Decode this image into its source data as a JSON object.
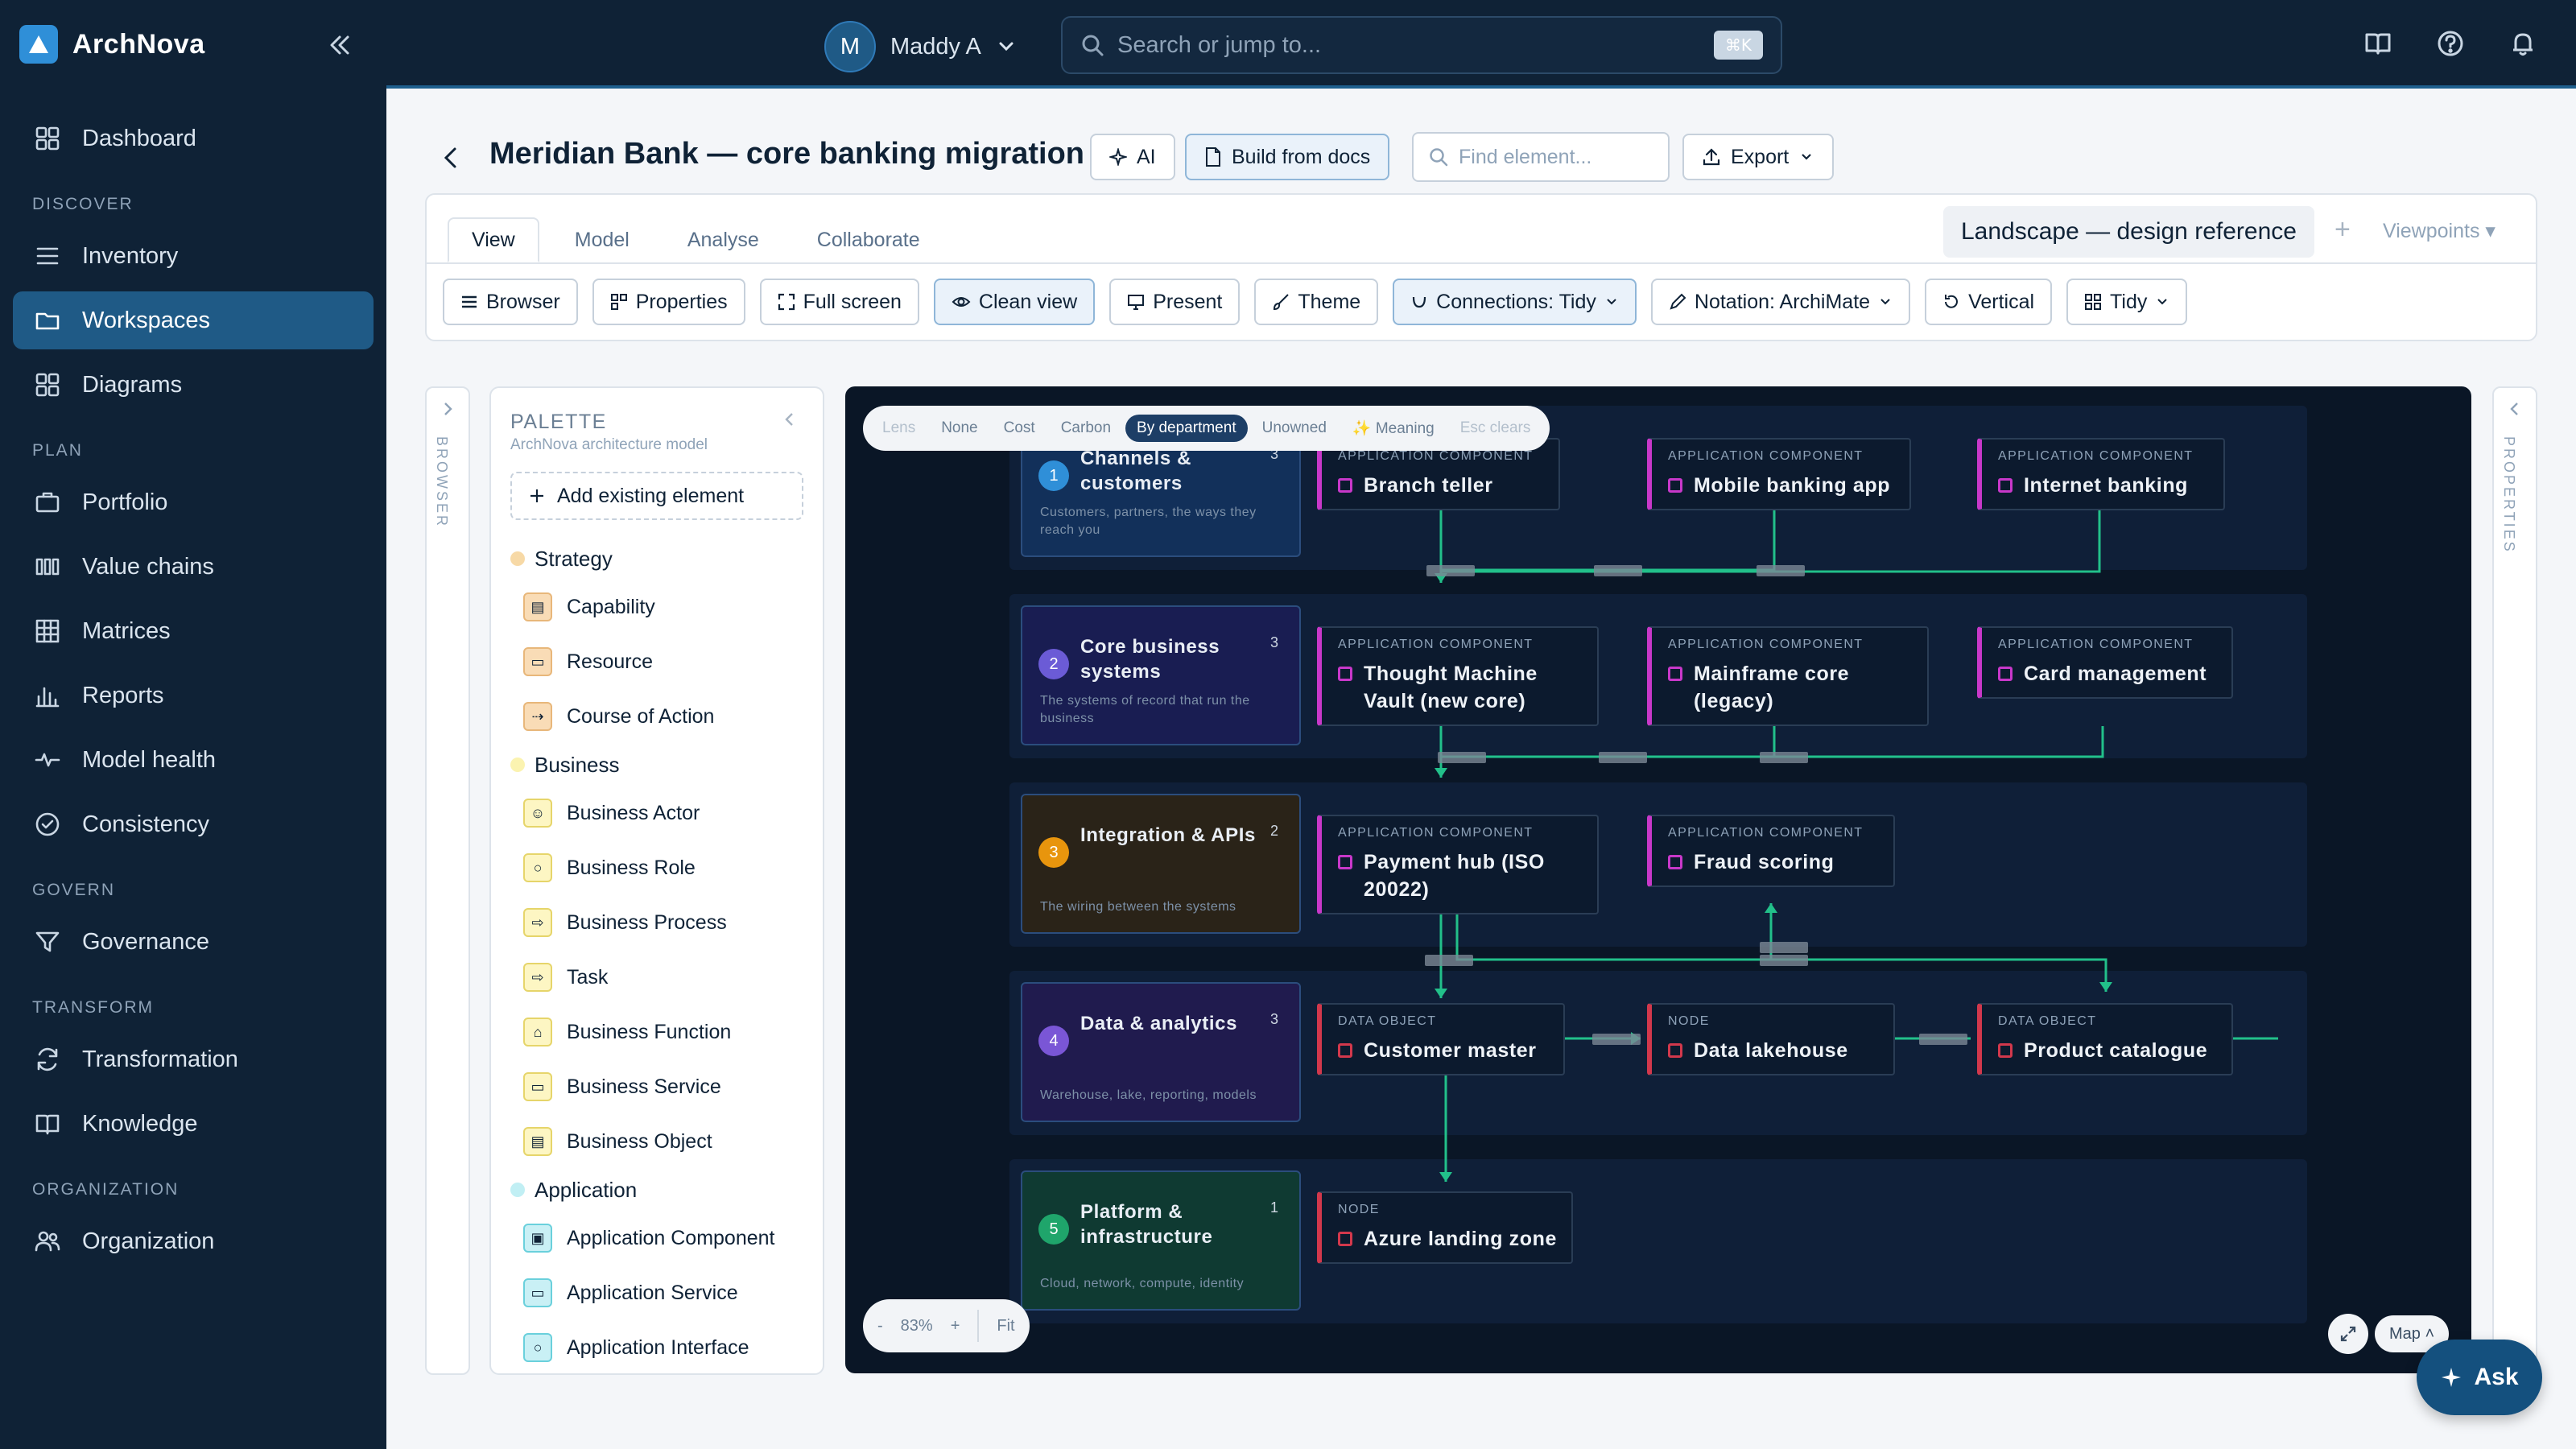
{
  "app": {
    "name": "ArchNova"
  },
  "nav": {
    "items": [
      {
        "label": "Dashboard"
      },
      {
        "section": "DISCOVER"
      },
      {
        "label": "Inventory"
      },
      {
        "label": "Workspaces"
      },
      {
        "label": "Diagrams"
      },
      {
        "section": "PLAN"
      },
      {
        "label": "Portfolio"
      },
      {
        "label": "Value chains"
      },
      {
        "label": "Matrices"
      },
      {
        "label": "Reports"
      },
      {
        "label": "Model health"
      },
      {
        "label": "Consistency"
      },
      {
        "section": "GOVERN"
      },
      {
        "label": "Governance"
      },
      {
        "section": "TRANSFORM"
      },
      {
        "label": "Transformation"
      },
      {
        "label": "Knowledge"
      },
      {
        "section": "ORGANIZATION"
      },
      {
        "label": "Organization"
      }
    ],
    "active": "Workspaces"
  },
  "topbar": {
    "user_initial": "M",
    "user_name": "Maddy A",
    "search_placeholder": "Search or jump to...",
    "search_shortcut": "⌘K"
  },
  "header": {
    "title": "Meridian Bank — core banking migration",
    "ai_label": "AI",
    "build_label": "Build from docs",
    "find_placeholder": "Find element...",
    "export_label": "Export"
  },
  "tabs": [
    "View",
    "Model",
    "Analyse",
    "Collaborate"
  ],
  "active_tab": "View",
  "viewpoint": {
    "current": "Landscape — design reference",
    "add": "+",
    "menu": "Viewpoints ▾"
  },
  "toolbar": {
    "browser": "Browser",
    "properties": "Properties",
    "fullscreen": "Full screen",
    "cleanview": "Clean view",
    "present": "Present",
    "theme": "Theme",
    "connections": "Connections: Tidy",
    "notation": "Notation: ArchiMate",
    "vertical": "Vertical",
    "tidy": "Tidy"
  },
  "rails": {
    "browser": "BROWSER",
    "properties": "PROPERTIES"
  },
  "palette": {
    "title": "PALETTE",
    "subtitle": "ArchNova architecture model",
    "add_existing": "Add existing element",
    "groups": [
      {
        "name": "Strategy",
        "color": "#f7d9a6",
        "items": [
          "Capability",
          "Resource",
          "Course of Action"
        ]
      },
      {
        "name": "Business",
        "color": "#fbf3b0",
        "items": [
          "Business Actor",
          "Business Role",
          "Business Process",
          "Task",
          "Business Function",
          "Business Service",
          "Business Object"
        ]
      },
      {
        "name": "Application",
        "color": "#c1eff4",
        "items": [
          "Application Component",
          "Application Service",
          "Application Interface"
        ]
      }
    ]
  },
  "lens": {
    "label": "Lens",
    "options": [
      "None",
      "Cost",
      "Carbon",
      "By department",
      "Unowned",
      "✨ Meaning"
    ],
    "active": "By department",
    "hint": "Esc clears"
  },
  "lanes": [
    {
      "num": "1",
      "title": "Channels & customers",
      "count": "3",
      "desc": "Customers, partners, the ways they reach you",
      "color": "#2f8fd8"
    },
    {
      "num": "2",
      "title": "Core business systems",
      "count": "3",
      "desc": "The systems of record that run the business",
      "color": "#6b5bd6"
    },
    {
      "num": "3",
      "title": "Integration & APIs",
      "count": "2",
      "desc": "The wiring between the systems",
      "color": "#e8950d"
    },
    {
      "num": "4",
      "title": "Data & analytics",
      "count": "3",
      "desc": "Warehouse, lake, reporting, models",
      "color": "#7a56d6"
    },
    {
      "num": "5",
      "title": "Platform & infrastructure",
      "count": "1",
      "desc": "Cloud, network, compute, identity",
      "color": "#1fa56b"
    }
  ],
  "elements": [
    {
      "type": "APPLICATION COMPONENT",
      "name": "Branch teller"
    },
    {
      "type": "APPLICATION COMPONENT",
      "name": "Mobile banking app"
    },
    {
      "type": "APPLICATION COMPONENT",
      "name": "Internet banking"
    },
    {
      "type": "APPLICATION COMPONENT",
      "name": "Thought Machine Vault (new core)"
    },
    {
      "type": "APPLICATION COMPONENT",
      "name": "Mainframe core (legacy)"
    },
    {
      "type": "APPLICATION COMPONENT",
      "name": "Card management"
    },
    {
      "type": "APPLICATION COMPONENT",
      "name": "Payment hub (ISO 20022)"
    },
    {
      "type": "APPLICATION COMPONENT",
      "name": "Fraud scoring"
    },
    {
      "type": "DATA OBJECT",
      "name": "Customer master"
    },
    {
      "type": "NODE",
      "name": "Data lakehouse"
    },
    {
      "type": "DATA OBJECT",
      "name": "Product catalogue"
    },
    {
      "type": "NODE",
      "name": "Azure landing zone"
    }
  ],
  "connector_color": "#22c08a",
  "zoom": {
    "minus": "-",
    "level": "83%",
    "plus": "+",
    "fit": "Fit"
  },
  "map_label": "Map ˄",
  "ask_label": "Ask"
}
